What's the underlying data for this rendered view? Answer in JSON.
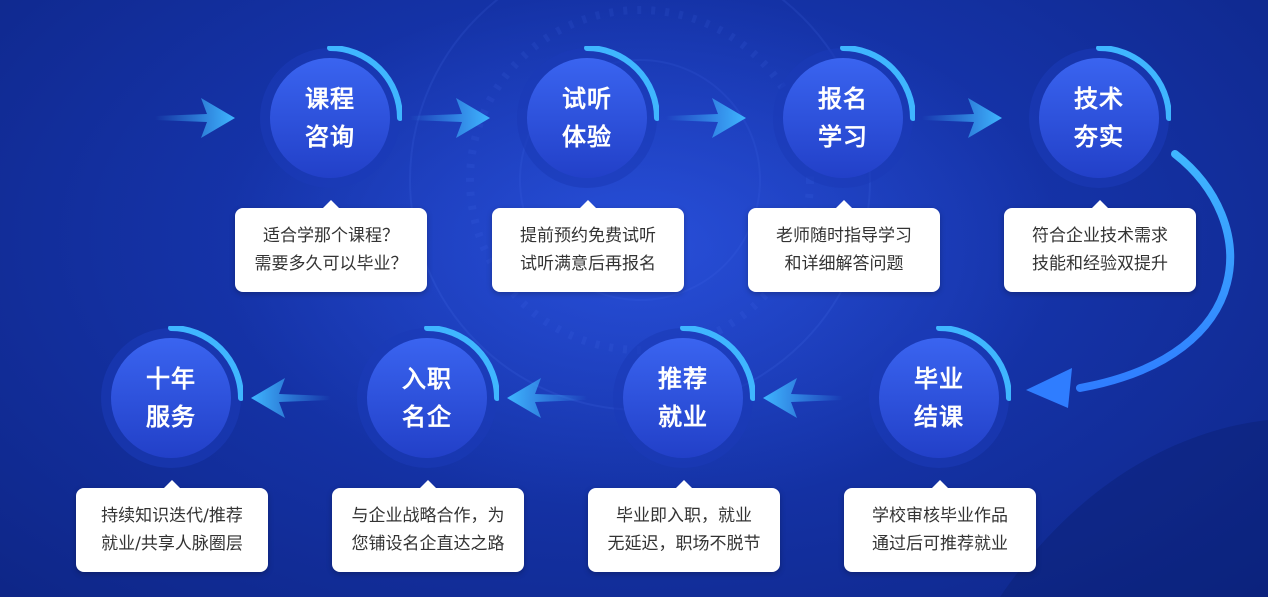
{
  "colors": {
    "accent": "#3fb6ff",
    "circle_inner": "#2e56e0",
    "card_bg": "#ffffff",
    "card_text": "#333333"
  },
  "steps": [
    {
      "title_line1": "课程",
      "title_line2": "咨询",
      "desc_line1": "适合学那个课程？",
      "desc_line2": "需要多久可以毕业？"
    },
    {
      "title_line1": "试听",
      "title_line2": "体验",
      "desc_line1": "提前预约免费试听",
      "desc_line2": "试听满意后再报名"
    },
    {
      "title_line1": "报名",
      "title_line2": "学习",
      "desc_line1": "老师随时指导学习",
      "desc_line2": "和详细解答问题"
    },
    {
      "title_line1": "技术",
      "title_line2": "夯实",
      "desc_line1": "符合企业技术需求",
      "desc_line2": "技能和经验双提升"
    },
    {
      "title_line1": "毕业",
      "title_line2": "结课",
      "desc_line1": "学校审核毕业作品",
      "desc_line2": "通过后可推荐就业"
    },
    {
      "title_line1": "推荐",
      "title_line2": "就业",
      "desc_line1": "毕业即入职，就业",
      "desc_line2": "无延迟，职场不脱节"
    },
    {
      "title_line1": "入职",
      "title_line2": "名企",
      "desc_line1": "与企业战略合作，为",
      "desc_line2": "您铺设名企直达之路"
    },
    {
      "title_line1": "十年",
      "title_line2": "服务",
      "desc_line1": "持续知识迭代/推荐",
      "desc_line2": "就业/共享人脉圈层"
    }
  ]
}
